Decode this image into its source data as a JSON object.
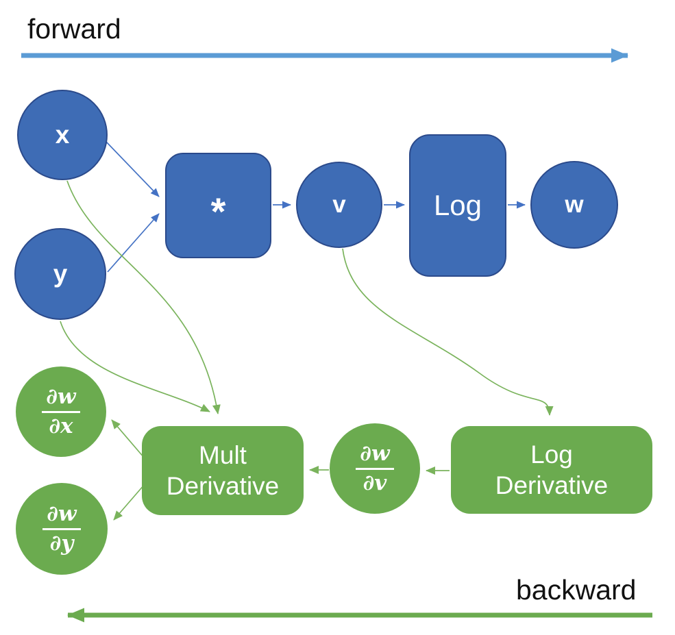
{
  "labels": {
    "forward": "forward",
    "backward": "backward"
  },
  "nodes": {
    "x": {
      "label": "x"
    },
    "y": {
      "label": "y"
    },
    "mult_op": {
      "label": "*"
    },
    "v": {
      "label": "v"
    },
    "log_op": {
      "label": "Log"
    },
    "w": {
      "label": "w"
    },
    "dwdx": {
      "num": "∂w",
      "den": "∂x"
    },
    "dwdy": {
      "num": "∂w",
      "den": "∂y"
    },
    "dwdv": {
      "num": "∂w",
      "den": "∂v"
    },
    "mult_derivative": {
      "line1": "Mult",
      "line2": "Derivative"
    },
    "log_derivative": {
      "line1": "Log",
      "line2": "Derivative"
    }
  },
  "colors": {
    "blue_node": "#3E6CB5",
    "blue_border": "#2B4A8B",
    "blue_arrow": "#4472C4",
    "forward_arrow": "#5B9BD5",
    "green": "#6BAB4F",
    "green_edge": "#7AB35C",
    "label_black": "#111111"
  }
}
